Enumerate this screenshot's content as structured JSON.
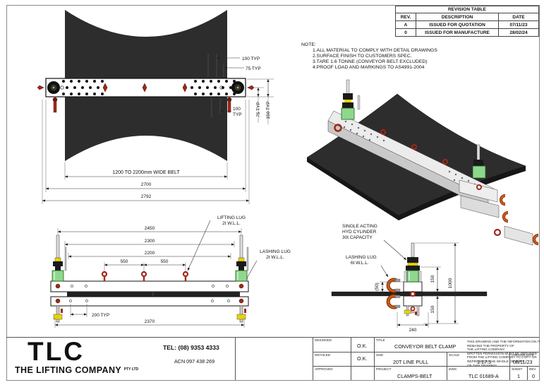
{
  "rev_table": {
    "title": "REVISION TABLE",
    "headers": [
      "REV.",
      "DESCRIPTION",
      "DATE"
    ],
    "rows": [
      {
        "rev": "A",
        "description": "ISSUED FOR QUOTATION",
        "date": "07/11/23"
      },
      {
        "rev": "0",
        "description": "ISSUED FOR MANUFACTURE",
        "date": "28/02/24"
      }
    ]
  },
  "notes": {
    "label": "NOTE:",
    "items": [
      "1.ALL MATERIAL TO COMPLY WITH DETAIL DRAWINGS",
      "2.SURFACE FINISH TO CUSTOMERS SPEC.",
      "3.TARE 1.6 TONNE (CONVEYOR BELT EXCLUDED)",
      "4.PROOF LOAD AND MARKINGS TO AS4991-2004"
    ]
  },
  "top_view": {
    "dims": {
      "typ100_top": "100 TYP",
      "typ75_top": "75 TYP",
      "typ75_right": "75 TYP",
      "typ150_right": "150 TYP",
      "typ100_bot_l1": "100",
      "typ100_bot_l2": "TYP",
      "belt_width": "1200 TO 2200mm WIDE BELT",
      "d2700": "2700",
      "d2792": "2792"
    }
  },
  "front_view": {
    "dims": {
      "d2450": "2450",
      "d2300": "2300",
      "d2200": "2200",
      "d550_left": "550",
      "d550_right": "550",
      "d200typ": "200 TYP",
      "d2370": "2370"
    },
    "labels": {
      "lifting_l1": "LIFTING LUG",
      "lifting_l2": "2t W.L.L.",
      "lashing_l1": "LASHING LUG",
      "lashing_l2": "2t W.L.L."
    }
  },
  "side_view": {
    "dims": {
      "d50": "(50)",
      "d150_top": "150",
      "d1000": "1000",
      "d150_bot": "150",
      "d240": "240"
    },
    "labels": {
      "hyd_l1": "SINGLE ACTING",
      "hyd_l2": "HYD CYLINDER",
      "hyd_l3": "30t CAPACITY",
      "lash_l1": "LASHING LUG",
      "lash_l2": "6t W.L.L."
    }
  },
  "title_block": {
    "company": {
      "logo": "TLC",
      "name": "THE LIFTING COMPANY",
      "suffix": "PTY LTD",
      "tel": "TEL: (08) 9353 4333",
      "acn": "ACN 097 438 269"
    },
    "disclaimer": [
      "THIS DRAWING AND THE INFORMATION ON IT",
      "REMAINS THE PROPERTY OF",
      "THE LIFTING COMPANY.",
      "WRITTEN PERMISSION MUST BE OBTAINED",
      "FROM THE LIFTING COMPANY TO COPY OR",
      "REPRODUCE THE WHOLE OR PART",
      "OF THIS DRAWING."
    ],
    "fields": {
      "designed_label": "DESIGNED",
      "designed_value": "O.K.",
      "detailed_label": "DETAILED",
      "detailed_value": "O.K.",
      "approved_label": "APPROVED",
      "approved_value": "",
      "title_label": "TITLE",
      "title_value": "CONVEYOR BELT CLAMP",
      "size_label": "SIZE",
      "size_value": "20T LINE PULL",
      "project_label": "PROJECT",
      "project_value": "CLAMPS-BELT",
      "scale_label": "SCALE",
      "scale_value": "1:17.5",
      "dwg_label": "DWG",
      "dwg_value": "TLC 01689-A",
      "created_label": "CREATED DATE",
      "created_value": "08/11/23",
      "sheet_label": "SHEET",
      "sheet_value": "1",
      "rev_label": "REV",
      "rev_value": "0"
    }
  },
  "colors": {
    "belt": "#2d2d2d",
    "cylinder_green": "#8ed88e",
    "lug_red": "#a02818",
    "shackle_orange": "#cd5a12",
    "nut_yellow": "#e8d400",
    "line": "#333333"
  }
}
